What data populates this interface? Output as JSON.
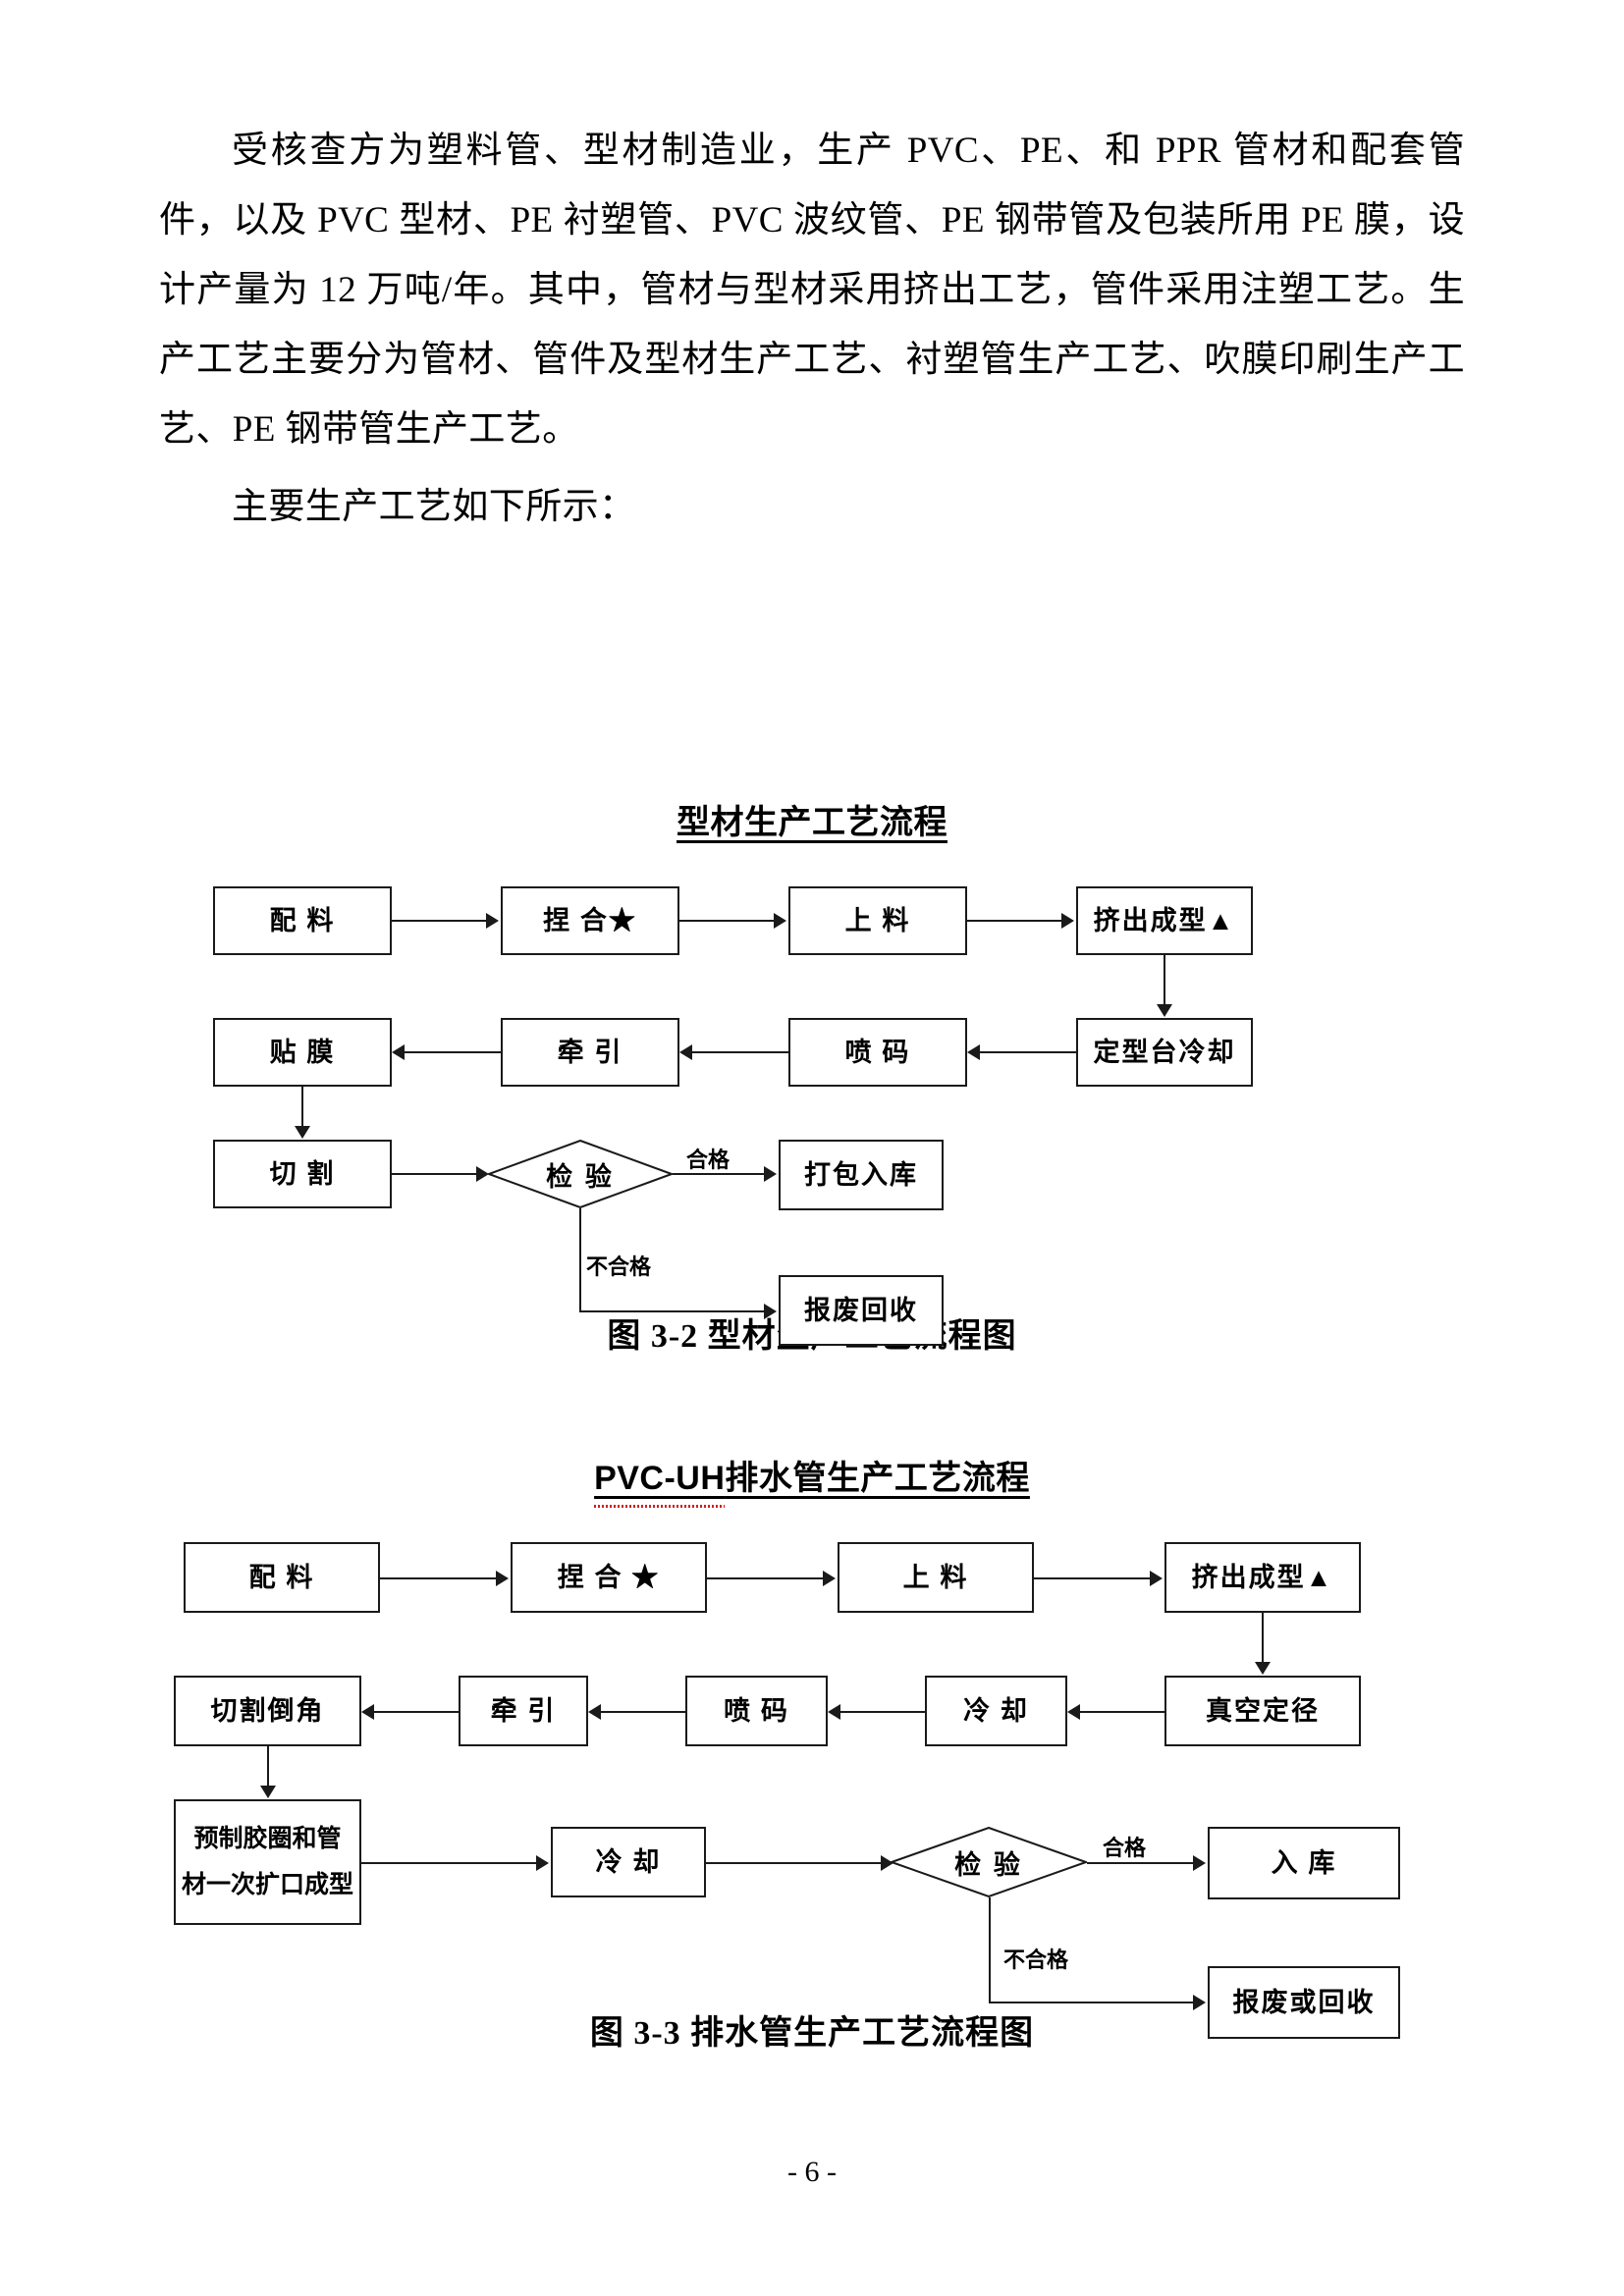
{
  "document": {
    "page_number": "- 6 -",
    "paragraphs": [
      "受核查方为塑料管、型材制造业，生产 PVC、PE、和 PPR 管材和配套管件，以及 PVC 型材、PE 衬塑管、PVC 波纹管、PE 钢带管及包装所用 PE 膜，设计产量为 12 万吨/年。其中，管材与型材采用挤出工艺，管件采用注塑工艺。生产工艺主要分为管材、管件及型材生产工艺、衬塑管生产工艺、吹膜印刷生产工艺、PE 钢带管生产工艺。",
      "主要生产工艺如下所示："
    ]
  },
  "figures": [
    {
      "title_prefix": "",
      "title_main": "型材生产工艺流程",
      "caption": "图 3-2  型材生产工艺流程图",
      "nodes": {
        "n1": "配 料",
        "n2": "捏 合★",
        "n3": "上 料",
        "n4": "挤出成型▲",
        "n5": "定型台冷却",
        "n6": "喷 码",
        "n7": "牵 引",
        "n8": "贴 膜",
        "n9": "切 割",
        "n10": "检 验",
        "n11": "打包入库",
        "n12": "报废回收"
      },
      "edge_labels": {
        "pass": "合格",
        "fail": "不合格"
      }
    },
    {
      "title_prefix": "PVC-UH",
      "title_main": "排水管生产工艺流程",
      "caption": "图 3-3  排水管生产工艺流程图",
      "nodes": {
        "n1": "配 料",
        "n2": "捏 合 ★",
        "n3": "上 料",
        "n4": "挤出成型▲",
        "n5": "真空定径",
        "n6": "冷 却",
        "n7": "喷 码",
        "n8": "牵 引",
        "n9": "切割倒角",
        "n10_line1": "预制胶圈和管",
        "n10_line2": "材一次扩口成型",
        "n11": "冷 却",
        "n12": "检 验",
        "n13": "入 库",
        "n14": "报废或回收"
      },
      "edge_labels": {
        "pass": "合格",
        "fail": "不合格"
      }
    }
  ],
  "colors": {
    "ink": "#1a1a1a",
    "spellcheck_underline": "#d02020"
  }
}
